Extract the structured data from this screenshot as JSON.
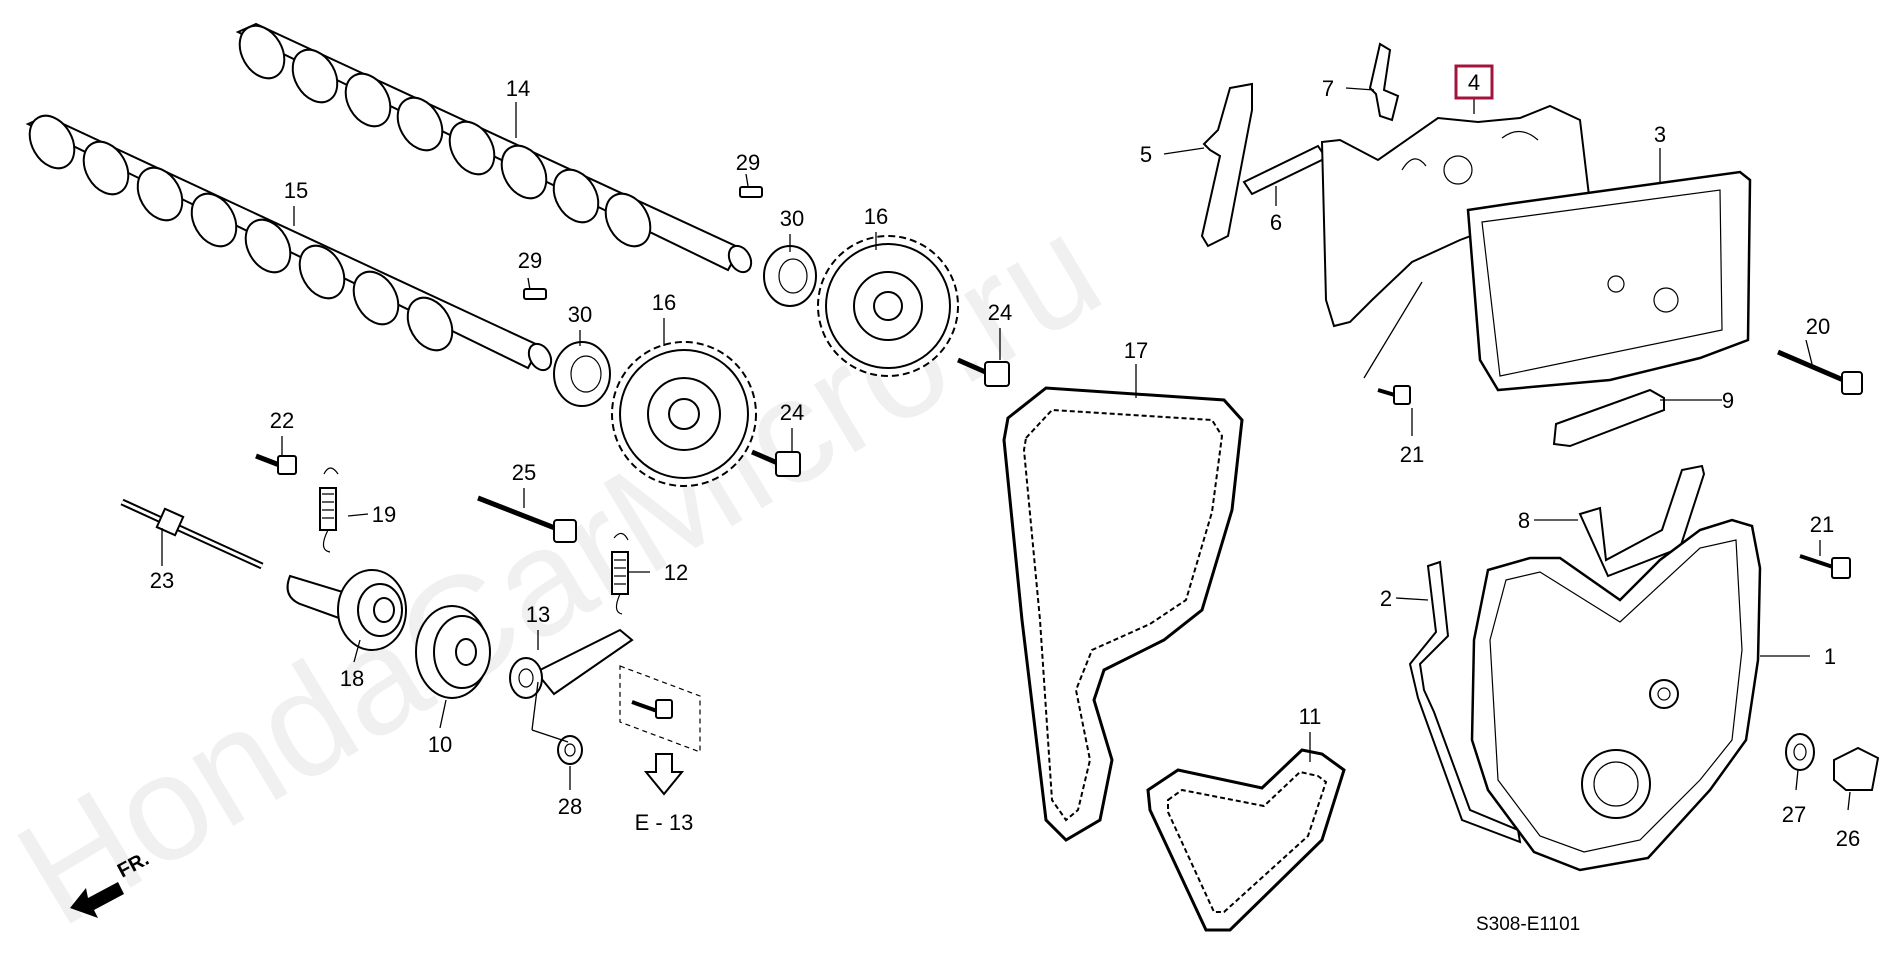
{
  "diagram": {
    "code": "S308-E1101",
    "watermark": "HondaCarMicro.ru",
    "front_marker": "FR.",
    "ref_arrow": "E - 13",
    "highlighted_part": "4",
    "highlight_color": "#a3143c"
  },
  "labels": {
    "p1": "1",
    "p2": "2",
    "p3": "3",
    "p4": "4",
    "p5": "5",
    "p6": "6",
    "p7": "7",
    "p8": "8",
    "p9": "9",
    "p10": "10",
    "p11": "11",
    "p12": "12",
    "p13": "13",
    "p14": "14",
    "p15": "15",
    "p16a": "16",
    "p16b": "16",
    "p17": "17",
    "p18": "18",
    "p19": "19",
    "p20": "20",
    "p21a": "21",
    "p21b": "21",
    "p22": "22",
    "p23": "23",
    "p24a": "24",
    "p24b": "24",
    "p25": "25",
    "p26": "26",
    "p27": "27",
    "p28": "28",
    "p29a": "29",
    "p29b": "29",
    "p30a": "30",
    "p30b": "30"
  }
}
